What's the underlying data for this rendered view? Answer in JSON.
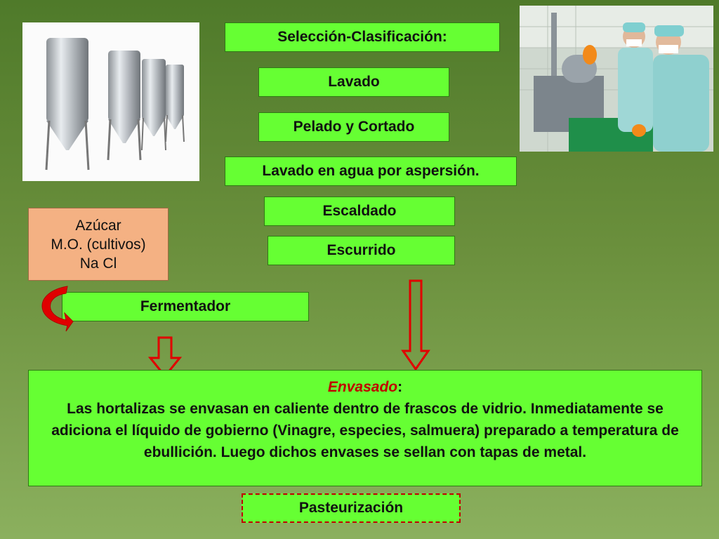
{
  "steps": {
    "seleccion": "Selección-Clasificación:",
    "lavado": "Lavado",
    "pelado": "Pelado y Cortado",
    "lavado_agua": "Lavado en agua por aspersión.",
    "escaldado": "Escaldado",
    "escurrido": "Escurrido",
    "fermentador": "Fermentador",
    "pasteurizacion": "Pasteurización"
  },
  "ingredients": [
    "Azúcar",
    "M.O. (cultivos)",
    "Na Cl"
  ],
  "envasado": {
    "heading": "Envasado",
    "colon": ":",
    "text": "Las hortalizas  se envasan en caliente dentro de frascos de vidrio. Inmediatamente se adiciona el líquido de gobierno (Vinagre, especies, salmuera) preparado a temperatura de ebullición. Luego dichos envases se sellan con tapas de metal."
  },
  "colors": {
    "step_fill": "#66ff33",
    "ingredient_fill": "#f4b183",
    "arrow_red": "#e00000",
    "heading_red": "#c00000"
  },
  "icons": {
    "tanks_photo": "fermentation-tanks-photo",
    "workers_photo": "vegetable-cutting-workers-photo"
  }
}
